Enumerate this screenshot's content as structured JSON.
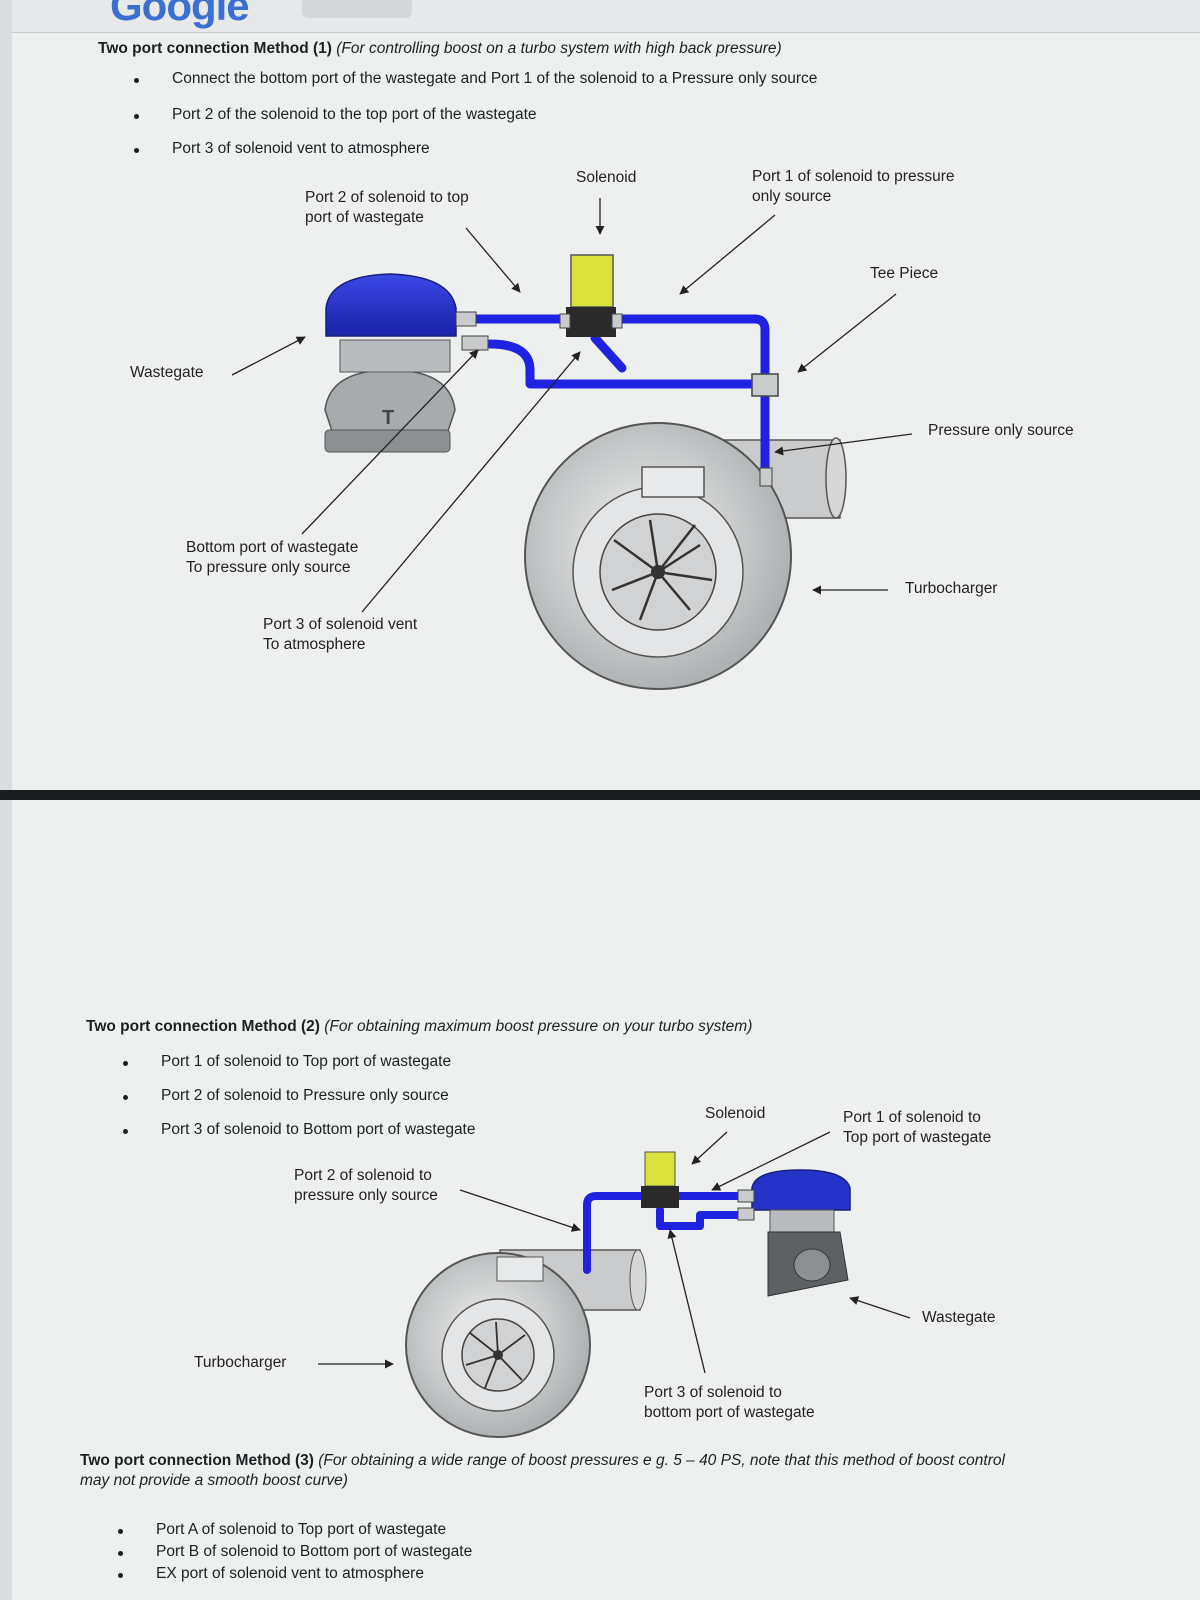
{
  "browser": {
    "logo_fragment": "Google"
  },
  "method1": {
    "heading_bold": "Two port connection Method (1)",
    "heading_italic": "(For controlling boost on a turbo system with high back pressure)",
    "bullets": [
      "Connect the bottom port of the wastegate and Port 1 of the solenoid to a Pressure only source",
      "Port 2 of the solenoid to the top port of the wastegate",
      "Port 3 of solenoid vent to atmosphere"
    ],
    "labels": {
      "solenoid": "Solenoid",
      "port2_line1": "Port 2 of solenoid to top",
      "port2_line2": "port of wastegate",
      "port1_line1": "Port 1 of solenoid to pressure",
      "port1_line2": "only source",
      "tee": "Tee Piece",
      "wastegate": "Wastegate",
      "pressure_source": "Pressure only source",
      "bottom_port_line1": "Bottom port of wastegate",
      "bottom_port_line2": "To pressure only source",
      "turbocharger": "Turbocharger",
      "port3_line1": "Port 3 of solenoid vent",
      "port3_line2": "To atmosphere"
    }
  },
  "method2": {
    "heading_bold": "Two port connection Method (2)",
    "heading_italic": "(For obtaining maximum boost pressure on your turbo system)",
    "bullets": [
      "Port 1 of solenoid to Top port of wastegate",
      "Port 2 of solenoid to Pressure only source",
      "Port 3 of solenoid to Bottom port of wastegate"
    ],
    "labels": {
      "solenoid": "Solenoid",
      "port1_line1": "Port 1 of solenoid to",
      "port1_line2": "Top port of wastegate",
      "port2_line1": "Port 2 of solenoid to",
      "port2_line2": "pressure only source",
      "wastegate": "Wastegate",
      "turbocharger": "Turbocharger",
      "port3_line1": "Port 3 of solenoid to",
      "port3_line2": "bottom port of wastegate"
    }
  },
  "method3": {
    "heading_bold": "Two port connection Method (3)",
    "heading_italic_line1": "(For obtaining a wide range of boost pressures e g. 5 – 40 PS, note that this method of boost control",
    "heading_italic_line2": "may not provide a smooth boost curve)",
    "bullets": [
      "Port A of solenoid to Top port of wastegate",
      "Port B of solenoid to Bottom port of wastegate",
      "EX port of solenoid vent to atmosphere"
    ]
  },
  "colors": {
    "hose_blue": "#1f22e0",
    "wastegate_blue": "#2633c9",
    "solenoid_yellow": "#d8e23a",
    "metal_grey": "#bfc2c4"
  }
}
